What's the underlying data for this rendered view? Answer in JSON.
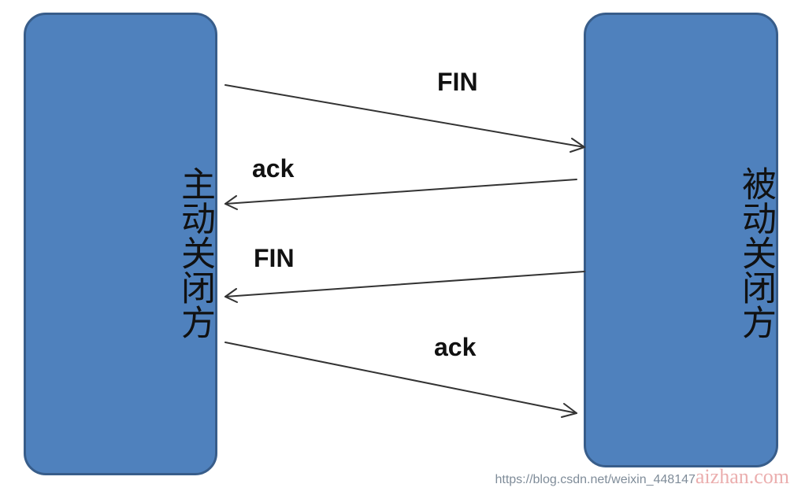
{
  "left_party": {
    "label": "主动关闭方"
  },
  "right_party": {
    "label": "被动关闭方"
  },
  "messages": [
    {
      "label": "FIN",
      "direction": "left-to-right"
    },
    {
      "label": "ack",
      "direction": "right-to-left"
    },
    {
      "label": "FIN",
      "direction": "right-to-left"
    },
    {
      "label": "ack",
      "direction": "left-to-right"
    }
  ],
  "watermark": {
    "url": "https://blog.csdn.net/weixin_448147",
    "brand": "aizhan.com"
  },
  "colors": {
    "box_fill": "#4f81bd",
    "box_border": "#385d8a",
    "arrow": "#333333"
  }
}
